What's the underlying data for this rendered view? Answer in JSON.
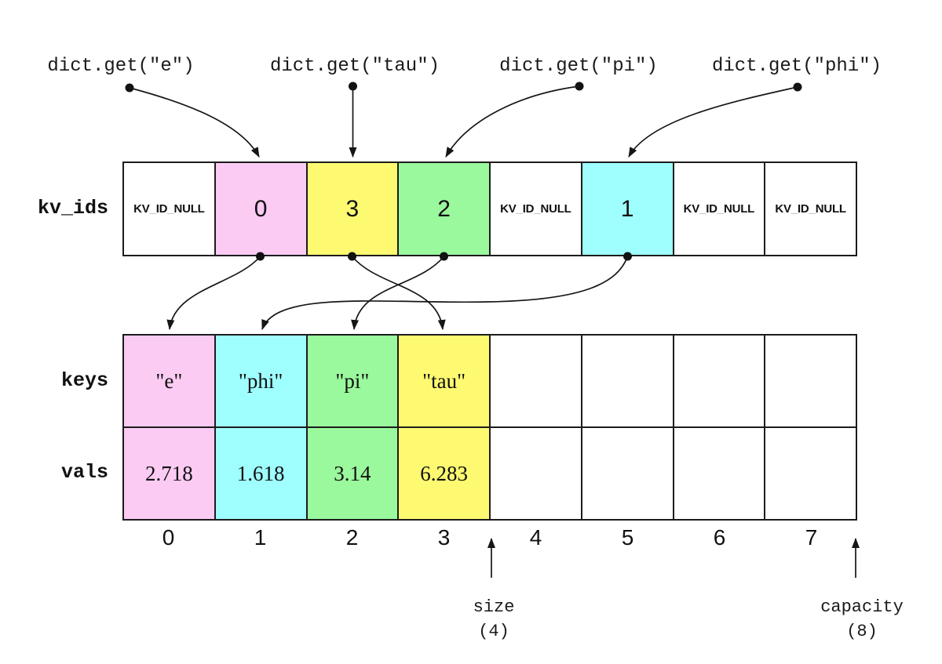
{
  "queries": [
    {
      "id": "e",
      "label": "dict.get(\"e\")"
    },
    {
      "id": "tau",
      "label": "dict.get(\"tau\")"
    },
    {
      "id": "pi",
      "label": "dict.get(\"pi\")"
    },
    {
      "id": "phi",
      "label": "dict.get(\"phi\")"
    }
  ],
  "rows": {
    "kv_ids": {
      "label": "kv_ids",
      "cells": [
        {
          "text": "KV_ID_NULL",
          "color": "white",
          "null": true
        },
        {
          "text": "0",
          "color": "pink"
        },
        {
          "text": "3",
          "color": "yellow"
        },
        {
          "text": "2",
          "color": "green"
        },
        {
          "text": "KV_ID_NULL",
          "color": "white",
          "null": true
        },
        {
          "text": "1",
          "color": "cyan"
        },
        {
          "text": "KV_ID_NULL",
          "color": "white",
          "null": true
        },
        {
          "text": "KV_ID_NULL",
          "color": "white",
          "null": true
        }
      ]
    },
    "keys": {
      "label": "keys",
      "cells": [
        {
          "text": "\"e\"",
          "color": "pink"
        },
        {
          "text": "\"phi\"",
          "color": "cyan"
        },
        {
          "text": "\"pi\"",
          "color": "green"
        },
        {
          "text": "\"tau\"",
          "color": "yellow"
        },
        {
          "text": "",
          "color": "white"
        },
        {
          "text": "",
          "color": "white"
        },
        {
          "text": "",
          "color": "white"
        },
        {
          "text": "",
          "color": "white"
        }
      ]
    },
    "vals": {
      "label": "vals",
      "cells": [
        {
          "text": "2.718",
          "color": "pink"
        },
        {
          "text": "1.618",
          "color": "cyan"
        },
        {
          "text": "3.14",
          "color": "green"
        },
        {
          "text": "6.283",
          "color": "yellow"
        },
        {
          "text": "",
          "color": "white"
        },
        {
          "text": "",
          "color": "white"
        },
        {
          "text": "",
          "color": "white"
        },
        {
          "text": "",
          "color": "white"
        }
      ]
    }
  },
  "indices": [
    "0",
    "1",
    "2",
    "3",
    "4",
    "5",
    "6",
    "7"
  ],
  "annotations": {
    "size": {
      "label": "size",
      "value": "(4)"
    },
    "capacity": {
      "label": "capacity",
      "value": "(8)"
    }
  },
  "colors": {
    "pink": "#fbcbf3",
    "yellow": "#fdfa71",
    "green": "#9af89d",
    "cyan": "#9ffefe",
    "white": "#ffffff",
    "line": "#161616"
  }
}
